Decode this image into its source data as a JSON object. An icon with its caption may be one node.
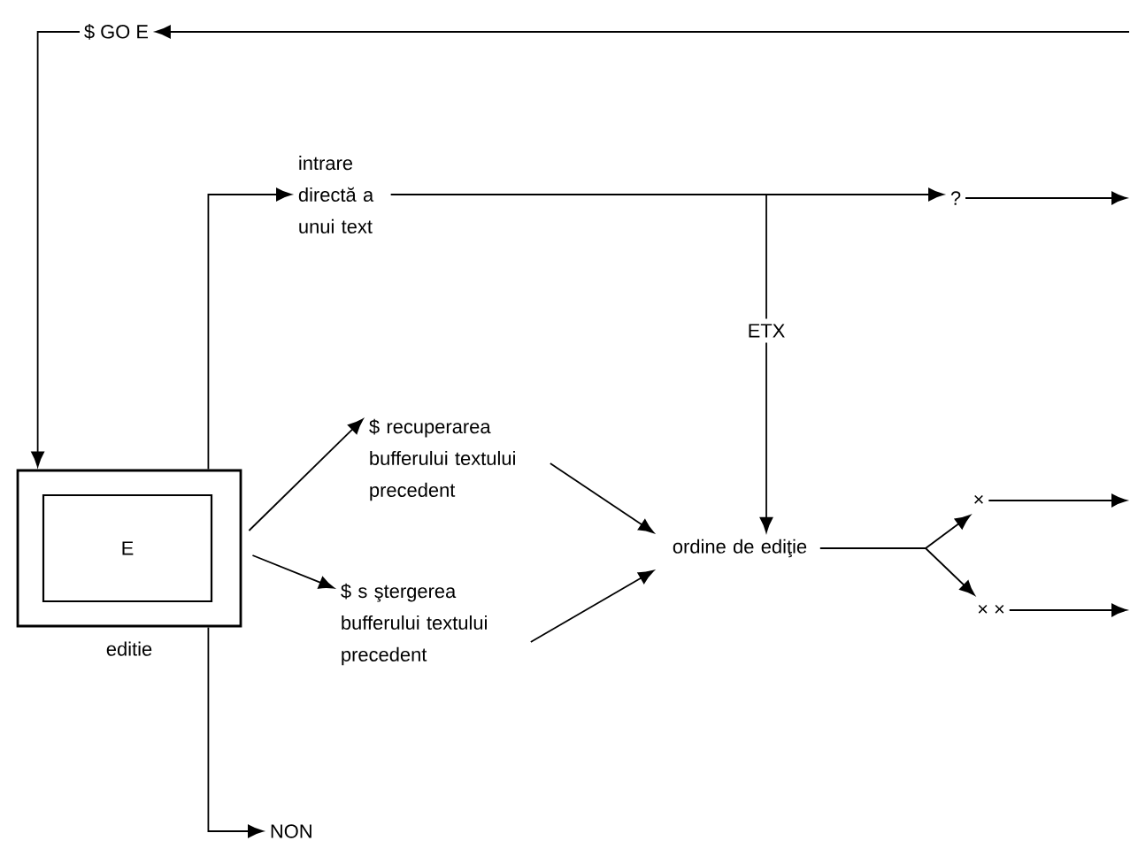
{
  "diagram": {
    "nodes": [
      {
        "text": [
          "$ GO E"
        ]
      },
      {
        "text": [],
        "shape": "box",
        "beside": [
          "editie"
        ]
      },
      {
        "text": [
          "E"
        ],
        "in": 1
      },
      {
        "text": [
          "intrare directă a unui text"
        ]
      },
      {
        "text": [
          "?"
        ]
      },
      {
        "text": [
          "$ recuperarea bufferului textului precedent"
        ]
      },
      {
        "text": [
          "$ s ştergerea bufferului textului precedent"
        ]
      },
      {
        "text": [
          "ordine de ediţie"
        ]
      },
      {
        "text": [
          "×"
        ]
      },
      {
        "text": [
          "× ×"
        ]
      },
      {
        "text": [
          "NON"
        ]
      }
    ],
    "edges": [
      {
        "from": null,
        "to": 0,
        "arrow": "to"
      },
      {
        "from": 0,
        "to": 1,
        "arrow": "to"
      },
      {
        "from": 1,
        "to": 3,
        "arrow": "to"
      },
      {
        "from": 3,
        "to": 4,
        "arrow": "to"
      },
      {
        "from": 4,
        "to": null,
        "arrow": "to"
      },
      {
        "from": 3,
        "to": 7,
        "arrow": "to",
        "label": "ETX"
      },
      {
        "from": 1,
        "to": 5,
        "arrow": "to"
      },
      {
        "from": 1,
        "to": 6,
        "arrow": "to"
      },
      {
        "from": 5,
        "to": 7,
        "arrow": "to"
      },
      {
        "from": 6,
        "to": 7,
        "arrow": "to"
      },
      {
        "from": 7,
        "to": 8,
        "arrow": "to"
      },
      {
        "from": 7,
        "to": 9,
        "arrow": "to"
      },
      {
        "from": 8,
        "to": null,
        "arrow": "to"
      },
      {
        "from": 9,
        "to": null,
        "arrow": "to"
      },
      {
        "from": 1,
        "to": 10,
        "arrow": "to"
      }
    ]
  }
}
